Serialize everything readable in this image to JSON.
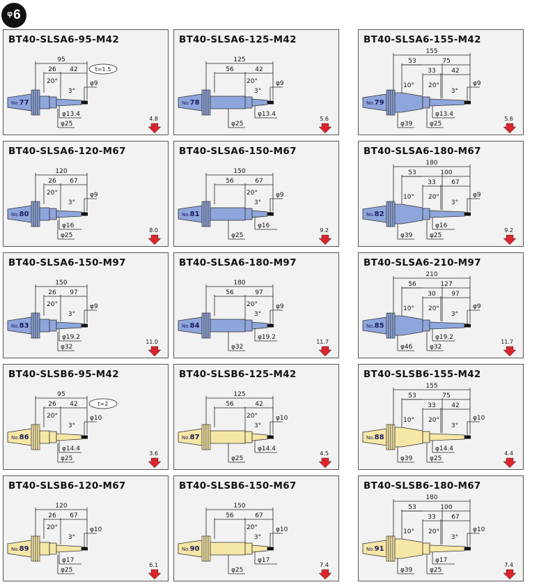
{
  "section": {
    "symbol": "φ",
    "value": "6"
  },
  "colors": {
    "blue": "#8fa6dc",
    "yellow": "#f7e7a6",
    "arrow": "#d8262c"
  },
  "cards": [
    {
      "title": "BT40-SLSA6-95-M42",
      "no_prefix": "No.",
      "no": "77",
      "color": "blue",
      "L": "95",
      "a": "26",
      "b": "42",
      "angle": "20°",
      "taper": "3°",
      "d_tip": "φ9",
      "d_mid": "φ13.4",
      "d_shank": "φ25",
      "t": "t=1.5",
      "weight": "4.8",
      "profile": "short"
    },
    {
      "title": "BT40-SLSA6-125-M42",
      "no_prefix": "No.",
      "no": "78",
      "color": "blue",
      "L": "125",
      "a": "56",
      "b": "42",
      "angle": "20°",
      "taper": "3°",
      "d_tip": "φ9",
      "d_mid": "φ13.4",
      "d_shank": "φ25",
      "weight": "5.6",
      "profile": "medium"
    },
    {
      "title": "BT40-SLSA6-155-M42",
      "no_prefix": "No.",
      "no": "79",
      "color": "blue",
      "L": "155",
      "a": "53",
      "a2": "75",
      "c": "33",
      "b": "42",
      "angle": "20°",
      "angle2": "10°",
      "taper": "3°",
      "d_tip": "φ9",
      "d_mid": "φ13.4",
      "d_shank": "φ25",
      "d_big": "φ39",
      "weight": "5.6",
      "profile": "long"
    },
    {
      "title": "BT40-SLSA6-120-M67",
      "no_prefix": "No.",
      "no": "80",
      "color": "blue",
      "L": "120",
      "a": "26",
      "b": "67",
      "angle": "20°",
      "taper": "3°",
      "d_tip": "φ9",
      "d_mid": "φ16",
      "d_shank": "φ25",
      "weight": "8.0",
      "profile": "short"
    },
    {
      "title": "BT40-SLSA6-150-M67",
      "no_prefix": "No.",
      "no": "81",
      "color": "blue",
      "L": "150",
      "a": "56",
      "b": "67",
      "angle": "20°",
      "taper": "3°",
      "d_tip": "φ9",
      "d_mid": "φ16",
      "d_shank": "φ25",
      "weight": "9.2",
      "profile": "medium"
    },
    {
      "title": "BT40-SLSA6-180-M67",
      "no_prefix": "No.",
      "no": "82",
      "color": "blue",
      "L": "180",
      "a": "53",
      "a2": "100",
      "c": "33",
      "b": "67",
      "angle": "20°",
      "angle2": "10°",
      "taper": "3°",
      "d_tip": "φ9",
      "d_mid": "φ16",
      "d_shank": "φ25",
      "d_big": "φ39",
      "weight": "9.2",
      "profile": "long"
    },
    {
      "title": "BT40-SLSA6-150-M97",
      "no_prefix": "No.",
      "no": "83",
      "color": "blue",
      "L": "150",
      "a": "26",
      "b": "97",
      "angle": "20°",
      "taper": "3°",
      "d_tip": "φ9",
      "d_mid": "φ19.2",
      "d_shank": "φ32",
      "weight": "11.0",
      "profile": "short"
    },
    {
      "title": "BT40-SLSA6-180-M97",
      "no_prefix": "No.",
      "no": "84",
      "color": "blue",
      "L": "180",
      "a": "56",
      "b": "97",
      "angle": "20°",
      "taper": "3°",
      "d_tip": "φ9",
      "d_mid": "φ19.2",
      "d_shank": "φ32",
      "weight": "11.7",
      "profile": "medium"
    },
    {
      "title": "BT40-SLSA6-210-M97",
      "no_prefix": "No.",
      "no": "85",
      "color": "blue",
      "L": "210",
      "a": "56",
      "a2": "127",
      "c": "30",
      "b": "97",
      "angle": "20°",
      "angle2": "10°",
      "taper": "3°",
      "d_tip": "φ9",
      "d_mid": "φ19.2",
      "d_shank": "φ32",
      "d_big": "φ46",
      "weight": "11.7",
      "profile": "long"
    },
    {
      "title": "BT40-SLSB6-95-M42",
      "no_prefix": "No.",
      "no": "86",
      "color": "yellow",
      "L": "95",
      "a": "26",
      "b": "42",
      "angle": "20°",
      "taper": "3°",
      "d_tip": "φ10",
      "d_mid": "φ14.4",
      "d_shank": "φ25",
      "t": "t=2",
      "weight": "3.6",
      "profile": "short"
    },
    {
      "title": "BT40-SLSB6-125-M42",
      "no_prefix": "No.",
      "no": "87",
      "color": "yellow",
      "L": "125",
      "a": "56",
      "b": "42",
      "angle": "20°",
      "taper": "3°",
      "d_tip": "φ10",
      "d_mid": "φ14.4",
      "d_shank": "φ25",
      "weight": "4.5",
      "profile": "medium"
    },
    {
      "title": "BT40-SLSB6-155-M42",
      "no_prefix": "No.",
      "no": "88",
      "color": "yellow",
      "L": "155",
      "a": "53",
      "a2": "75",
      "c": "33",
      "b": "42",
      "angle": "20°",
      "angle2": "10°",
      "taper": "3°",
      "d_tip": "φ10",
      "d_mid": "φ14.4",
      "d_shank": "φ25",
      "d_big": "φ39",
      "weight": "4.4",
      "profile": "long"
    },
    {
      "title": "BT40-SLSB6-120-M67",
      "no_prefix": "No.",
      "no": "89",
      "color": "yellow",
      "L": "120",
      "a": "26",
      "b": "67",
      "angle": "20°",
      "taper": "3°",
      "d_tip": "φ10",
      "d_mid": "φ17",
      "d_shank": "φ25",
      "weight": "6.1",
      "profile": "short"
    },
    {
      "title": "BT40-SLSB6-150-M67",
      "no_prefix": "No.",
      "no": "90",
      "color": "yellow",
      "L": "150",
      "a": "56",
      "b": "67",
      "angle": "20°",
      "taper": "3°",
      "d_tip": "φ10",
      "d_mid": "φ17",
      "d_shank": "φ25",
      "weight": "7.4",
      "profile": "medium"
    },
    {
      "title": "BT40-SLSB6-180-M67",
      "no_prefix": "No.",
      "no": "91",
      "color": "yellow",
      "L": "180",
      "a": "53",
      "a2": "100",
      "c": "33",
      "b": "67",
      "angle": "20°",
      "angle2": "10°",
      "taper": "3°",
      "d_tip": "φ10",
      "d_mid": "φ17",
      "d_shank": "φ25",
      "d_big": "φ39",
      "weight": "7.4",
      "profile": "long"
    }
  ]
}
